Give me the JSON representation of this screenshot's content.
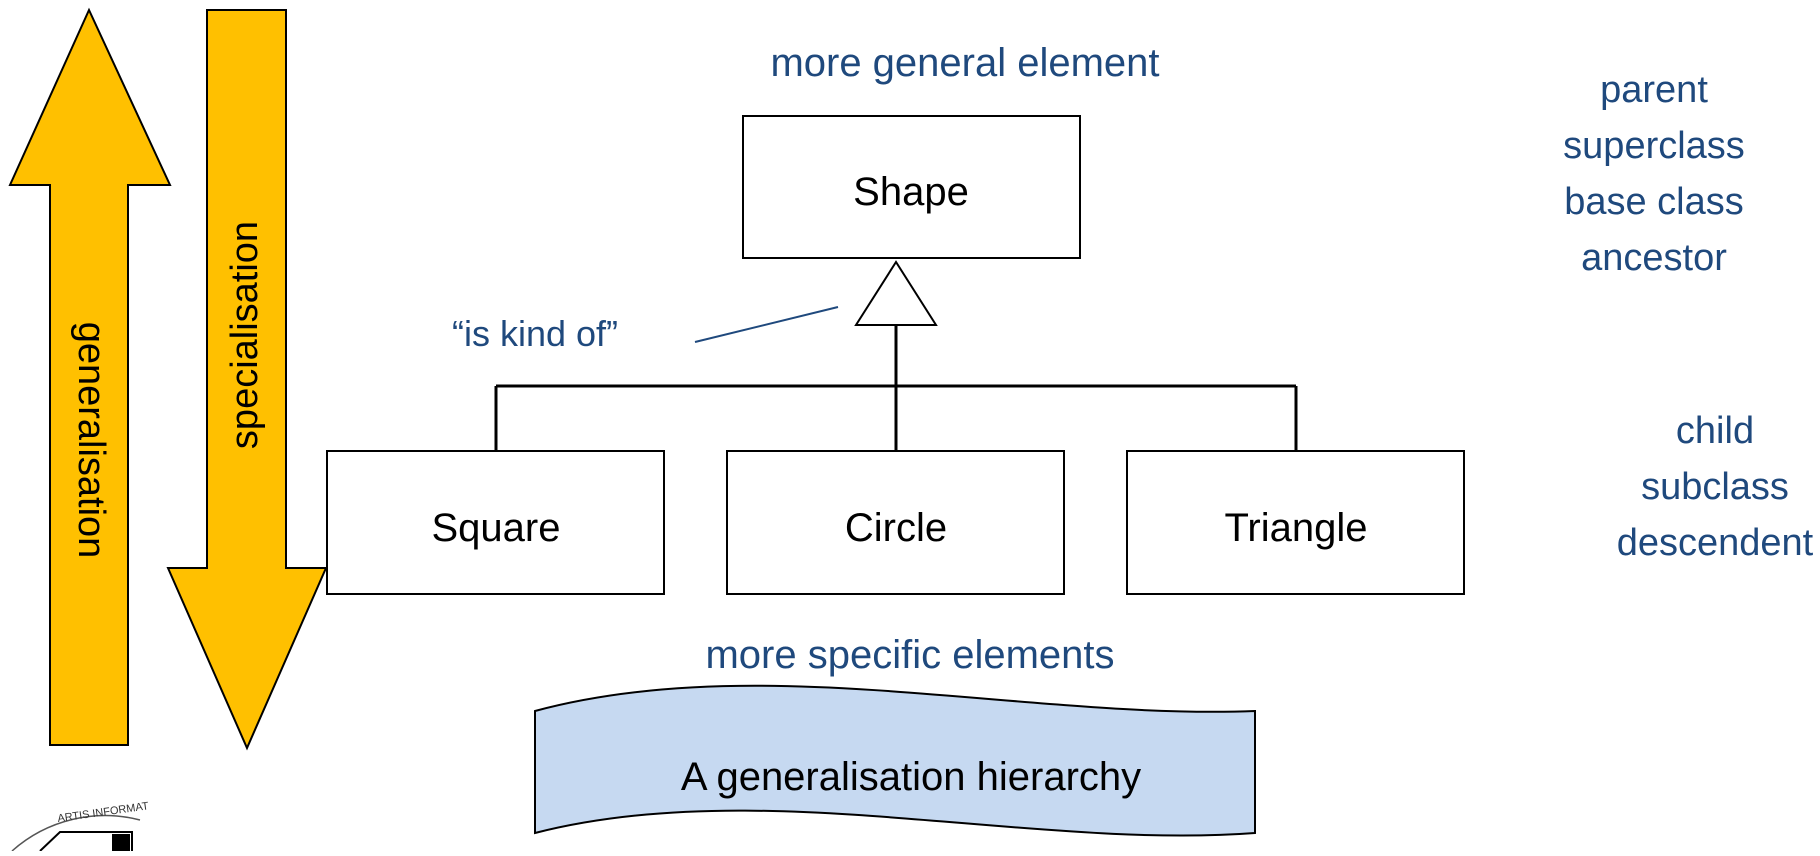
{
  "colors": {
    "arrow_fill": "#FFC000",
    "caption_fill": "#C6D9F1",
    "label_blue": "#1F497D",
    "line": "#000000"
  },
  "arrows": {
    "generalisation": "generalisation",
    "specialisation": "specialisation"
  },
  "top_label": "more general element",
  "bottom_label": "more specific elements",
  "relation_label": "“is kind of”",
  "classes": {
    "parent": "Shape",
    "children": [
      "Square",
      "Circle",
      "Triangle"
    ]
  },
  "parent_terms": [
    "parent",
    "superclass",
    "base class",
    "ancestor"
  ],
  "child_terms": [
    "child",
    "subclass",
    "descendent"
  ],
  "caption": "A generalisation hierarchy",
  "logo": {
    "text": "ARTIS INFORMAT",
    "icon": "university-seal-icon"
  }
}
